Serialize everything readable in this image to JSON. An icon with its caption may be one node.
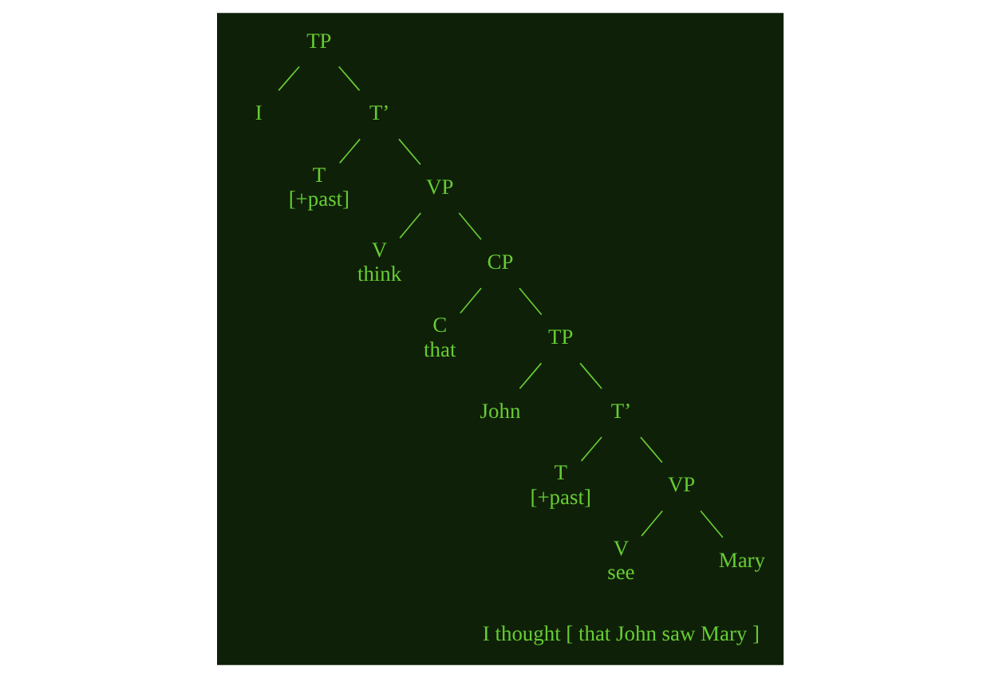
{
  "diagram": {
    "nodes": [
      {
        "text": [
          "TP"
        ]
      },
      {
        "text": [
          "I"
        ]
      },
      {
        "text": [
          "T’"
        ]
      },
      {
        "text": [
          "T",
          "[+past]"
        ]
      },
      {
        "text": [
          "VP"
        ]
      },
      {
        "text": [
          "V",
          "think"
        ]
      },
      {
        "text": [
          "CP"
        ]
      },
      {
        "text": [
          "C",
          "that"
        ]
      },
      {
        "text": [
          "TP"
        ]
      },
      {
        "text": [
          "John"
        ]
      },
      {
        "text": [
          "T’"
        ]
      },
      {
        "text": [
          "T",
          "[+past]"
        ]
      },
      {
        "text": [
          "VP"
        ]
      },
      {
        "text": [
          "V",
          "see"
        ]
      },
      {
        "text": [
          "Mary"
        ]
      }
    ],
    "edges": [
      {
        "from": 0,
        "to": 1,
        "arrow": "none"
      },
      {
        "from": 0,
        "to": 2,
        "arrow": "none"
      },
      {
        "from": 2,
        "to": 3,
        "arrow": "none"
      },
      {
        "from": 2,
        "to": 4,
        "arrow": "none"
      },
      {
        "from": 4,
        "to": 5,
        "arrow": "none"
      },
      {
        "from": 4,
        "to": 6,
        "arrow": "none"
      },
      {
        "from": 6,
        "to": 7,
        "arrow": "none"
      },
      {
        "from": 6,
        "to": 8,
        "arrow": "none"
      },
      {
        "from": 8,
        "to": 9,
        "arrow": "none"
      },
      {
        "from": 8,
        "to": 10,
        "arrow": "none"
      },
      {
        "from": 10,
        "to": 11,
        "arrow": "none"
      },
      {
        "from": 10,
        "to": 12,
        "arrow": "none"
      },
      {
        "from": 12,
        "to": 13,
        "arrow": "none"
      },
      {
        "from": 12,
        "to": 14,
        "arrow": "none"
      }
    ],
    "labels": [
      "I thought [ that John saw Mary ]"
    ]
  }
}
